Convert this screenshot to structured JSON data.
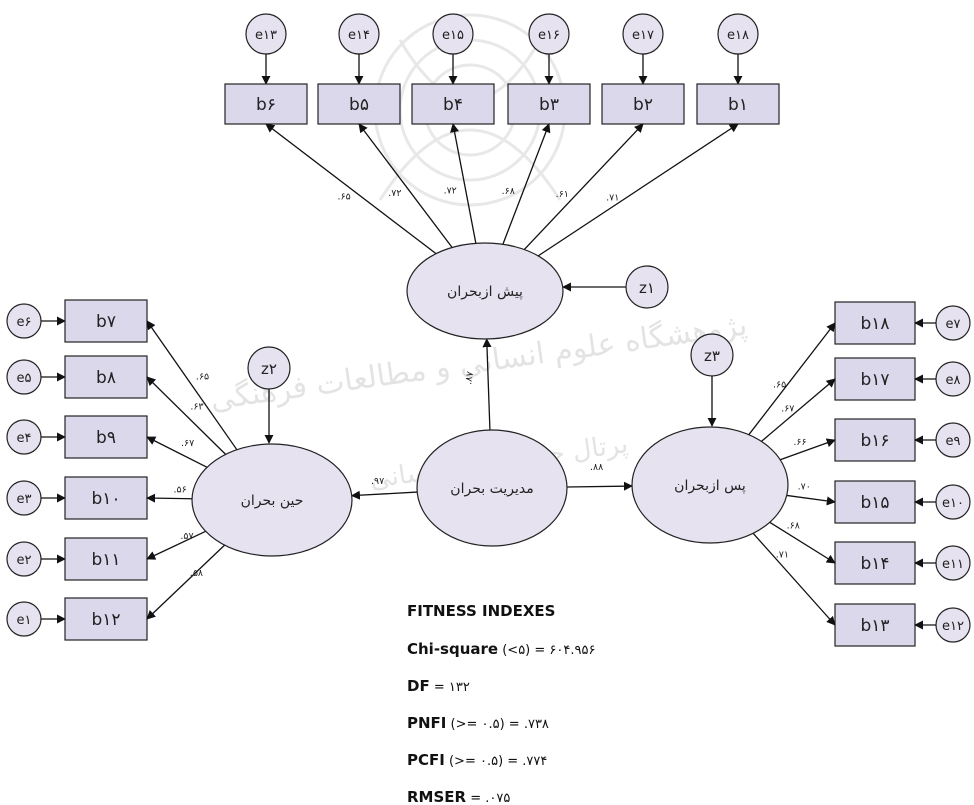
{
  "diagram": {
    "colors": {
      "box_fill": "#dcd8ec",
      "box_stroke": "#222222",
      "ellipse_fill": "#e6e2f0",
      "circle_fill": "#e6e2f0",
      "line": "#111111",
      "watermark": "#c9c9c9"
    },
    "latents": {
      "pre": "پیش ازبحران",
      "during": "حین بحران",
      "post": "پس ازبحران",
      "main": "مدیریت بحران"
    },
    "disturbances": {
      "pre": "z۱",
      "during": "z۲",
      "post": "z۳"
    },
    "structural": {
      "main_to_pre": ".۸۷",
      "main_to_during": ".۹۷",
      "main_to_post": ".۸۸"
    },
    "top": {
      "indicators": [
        "b۶",
        "b۵",
        "b۴",
        "b۳",
        "b۲",
        "b۱"
      ],
      "errors": [
        "e۱۳",
        "e۱۴",
        "e۱۵",
        "e۱۶",
        "e۱۷",
        "e۱۸"
      ],
      "loadings": [
        ".۶۵",
        ".۷۲",
        ".۷۲",
        ".۶۸",
        ".۶۱",
        ".۷۱"
      ]
    },
    "left": {
      "indicators": [
        "b۷",
        "b۸",
        "b۹",
        "b۱۰",
        "b۱۱",
        "b۱۲"
      ],
      "errors": [
        "e۶",
        "e۵",
        "e۴",
        "e۳",
        "e۲",
        "e۱"
      ],
      "loadings": [
        ".۶۵",
        ".۶۳",
        ".۶۷",
        ".۵۶",
        ".۵۷",
        ".۵۸"
      ]
    },
    "right": {
      "indicators": [
        "b۱۸",
        "b۱۷",
        "b۱۶",
        "b۱۵",
        "b۱۴",
        "b۱۳"
      ],
      "errors": [
        "e۷",
        "e۸",
        "e۹",
        "e۱۰",
        "e۱۱",
        "e۱۲"
      ],
      "loadings": [
        ".۶۵",
        ".۶۷",
        ".۶۶",
        ".۷۰",
        ".۶۸",
        ".۷۱"
      ]
    },
    "fit": {
      "heading": "FITNESS INDEXES",
      "lines": [
        {
          "key": "Chi-square",
          "rest": " (<۵) = ۶۰۴.۹۵۶"
        },
        {
          "key": "DF",
          "rest": " = ۱۳۲"
        },
        {
          "key": "PNFI",
          "rest": " (>= ۰.۵) = .۷۳۸"
        },
        {
          "key": "PCFI",
          "rest": " (>= ۰.۵) = .۷۷۴"
        },
        {
          "key": "RMSER",
          "rest": " = .۰۷۵"
        }
      ]
    },
    "watermark": {
      "line1": "پژوهشگاه علوم انسانی و مطالعات فرهنگی",
      "line2": "پرتال جامع علوم انسانی"
    }
  }
}
